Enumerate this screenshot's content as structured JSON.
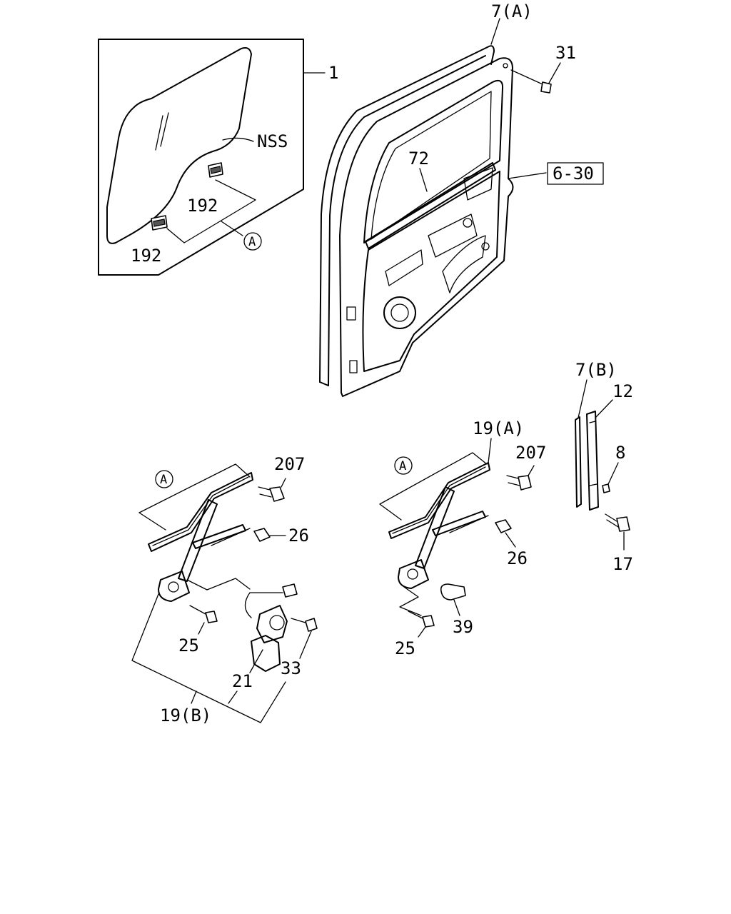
{
  "callouts": {
    "c1": "1",
    "nss": "NSS",
    "c192_upper": "192",
    "c192_lower": "192",
    "ref_a_glass": "A",
    "c7a": "7(A)",
    "c31": "31",
    "c72": "72",
    "c6_30": "6-30",
    "c7b": "7(B)",
    "c12": "12",
    "c8": "8",
    "c17": "17",
    "left_ref_a": "A",
    "left_207": "207",
    "left_26": "26",
    "left_25": "25",
    "left_21": "21",
    "left_33": "33",
    "left_19b": "19(B)",
    "right_19a": "19(A)",
    "right_ref_a": "A",
    "right_207": "207",
    "right_26": "26",
    "right_39": "39",
    "right_25": "25"
  }
}
